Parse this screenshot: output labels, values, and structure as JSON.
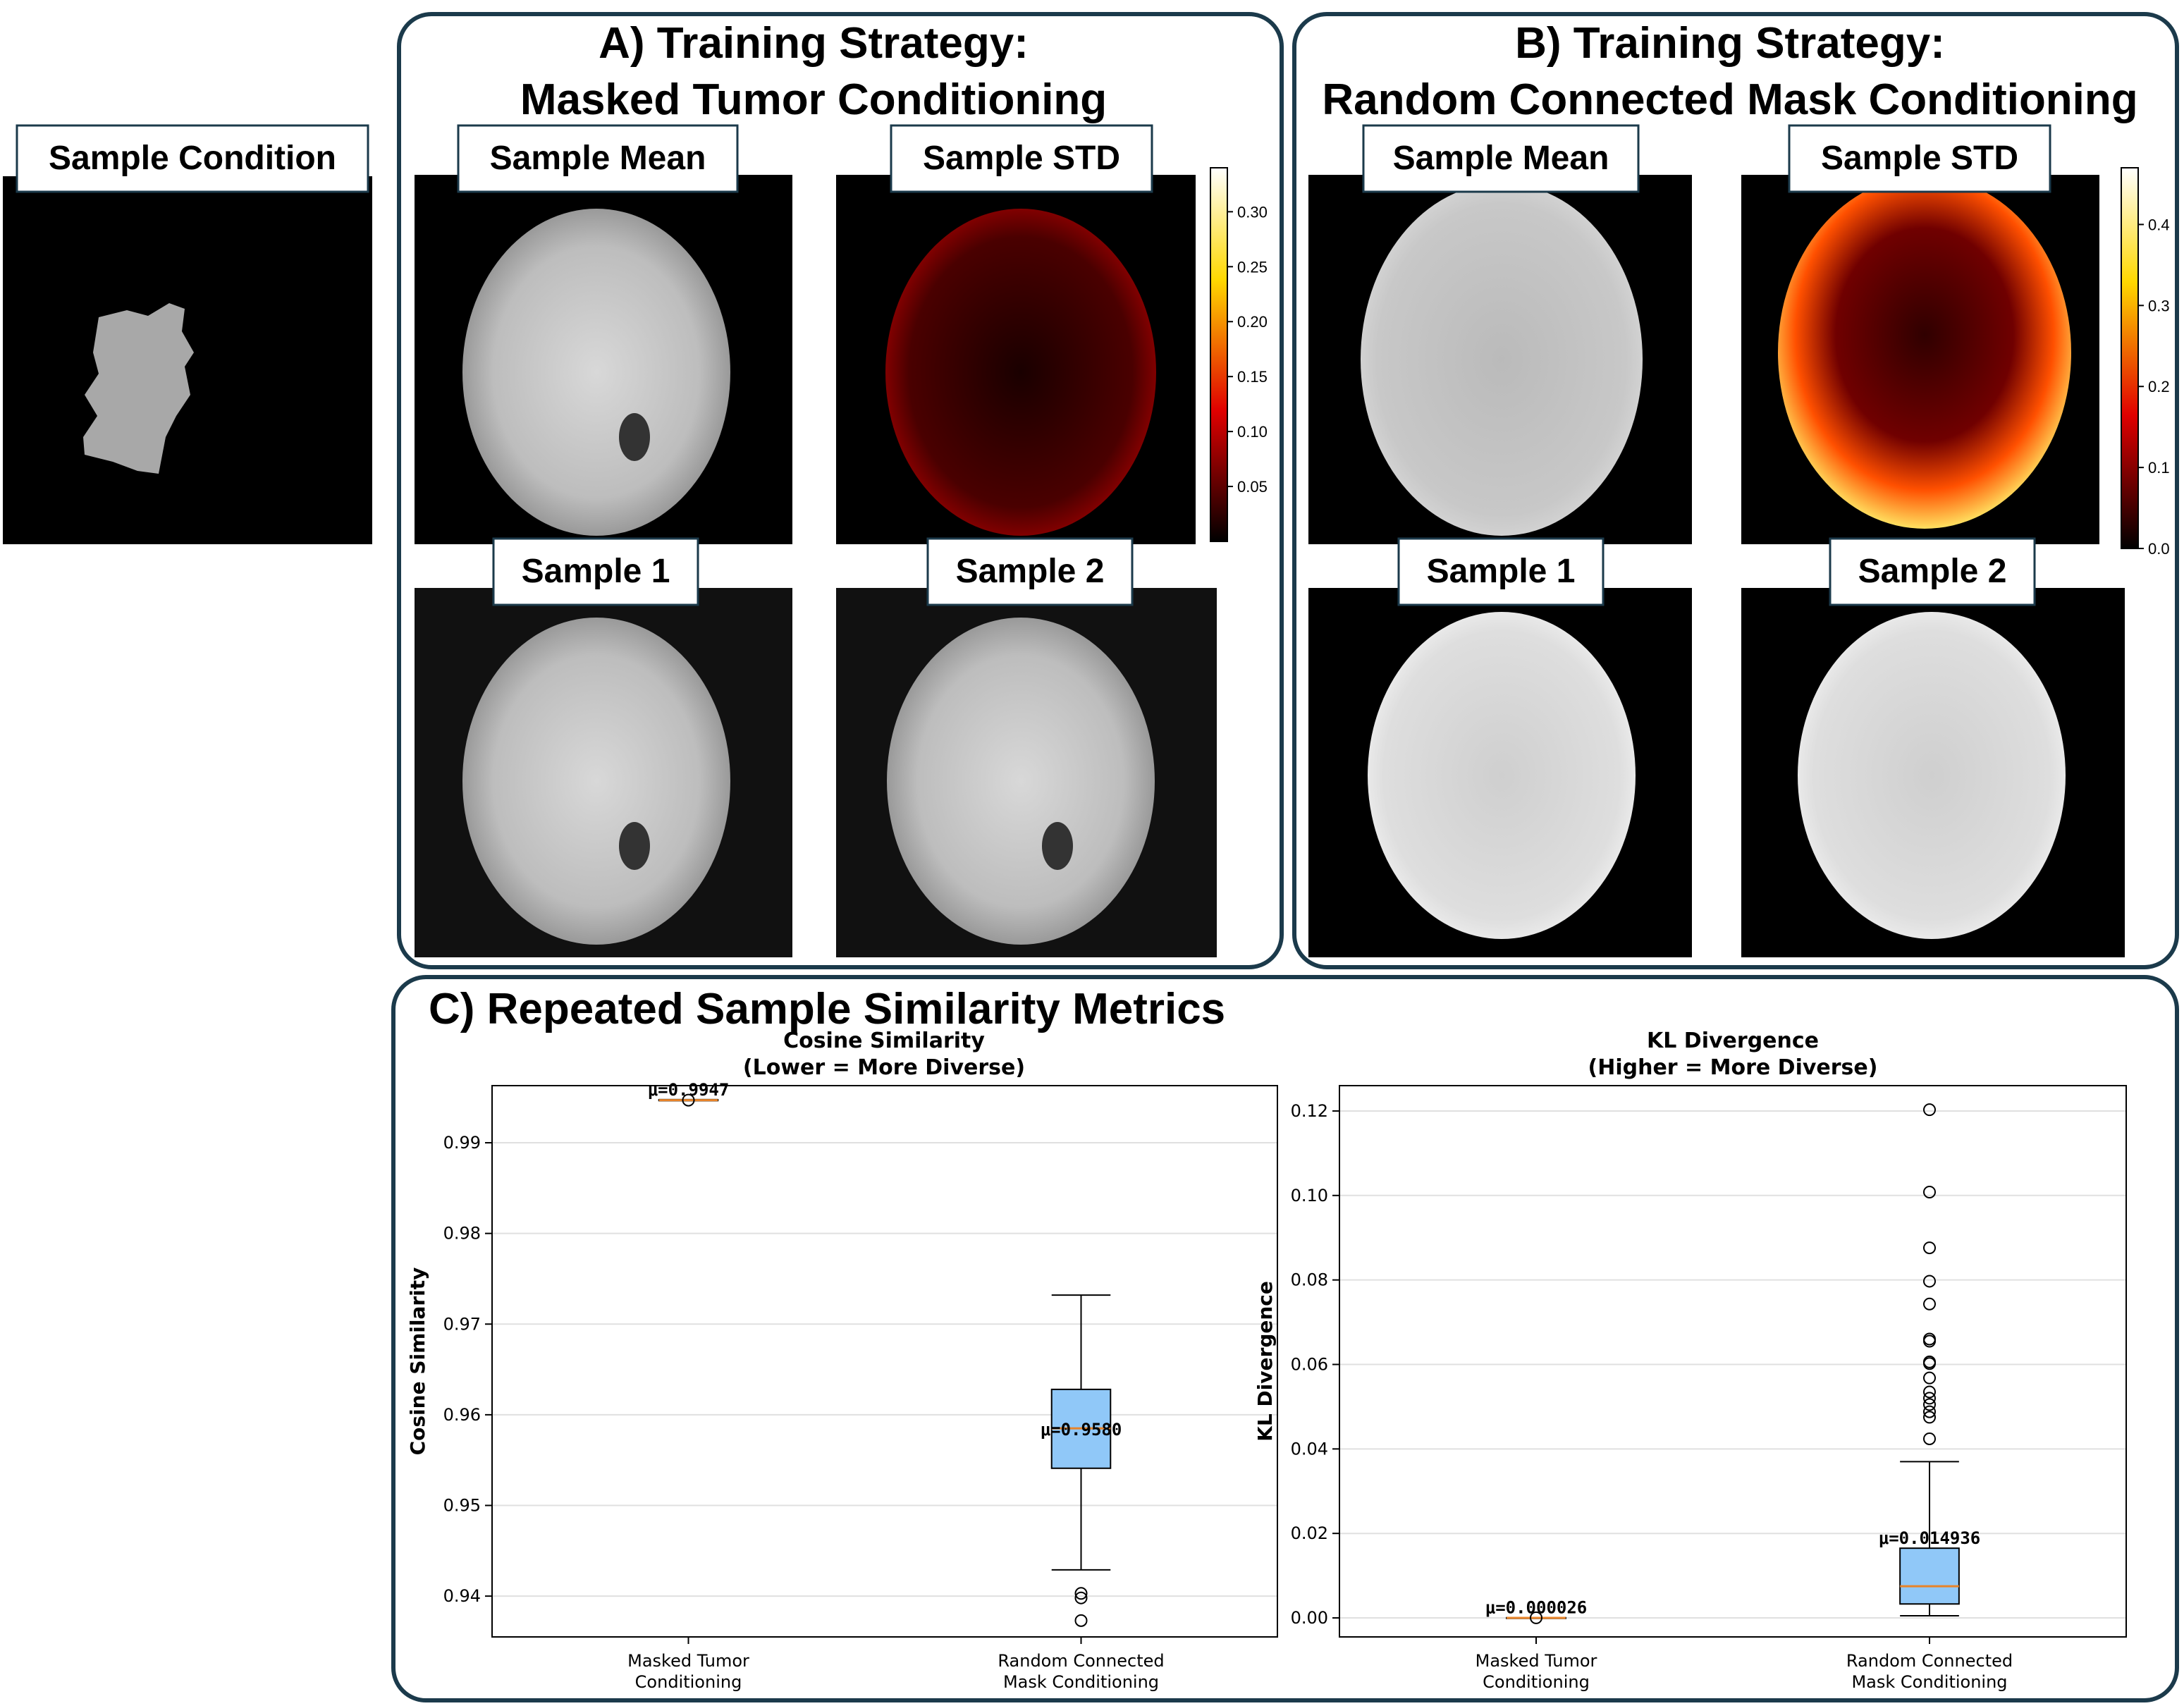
{
  "condition_panel": {
    "label": "Sample Condition"
  },
  "panel_a": {
    "title_line1": "A) Training Strategy:",
    "title_line2": "Masked Tumor Conditioning",
    "labels": {
      "mean": "Sample Mean",
      "std": "Sample STD",
      "s1": "Sample 1",
      "s2": "Sample 2"
    },
    "colorbar": {
      "ticks": [
        "0.05",
        "0.10",
        "0.15",
        "0.20",
        "0.25",
        "0.30"
      ],
      "tick_values": [
        0.05,
        0.1,
        0.15,
        0.2,
        0.25,
        0.3
      ],
      "range": [
        0.0,
        0.34
      ]
    }
  },
  "panel_b": {
    "title_line1": "B) Training Strategy:",
    "title_line2": "Random Connected Mask Conditioning",
    "labels": {
      "mean": "Sample Mean",
      "std": "Sample STD",
      "s1": "Sample 1",
      "s2": "Sample 2"
    },
    "colorbar": {
      "ticks": [
        "0.0",
        "0.1",
        "0.2",
        "0.3",
        "0.4"
      ],
      "tick_values": [
        0.0,
        0.1,
        0.2,
        0.3,
        0.4
      ],
      "range": [
        0.0,
        0.47
      ]
    }
  },
  "panel_c": {
    "title": "C) Repeated Sample Similarity Metrics"
  },
  "colors": {
    "frame": "#1b3a4b",
    "box_fill": "#90c8f8",
    "median": "#e8842a",
    "grid": "#e0e0e0"
  },
  "chart_data": [
    {
      "type": "box",
      "title_line1": "Cosine Similarity",
      "title_line2": "(Lower = More Diverse)",
      "ylabel": "Cosine Similarity",
      "ylim": [
        0.9355,
        0.9963
      ],
      "yticks": [
        0.94,
        0.95,
        0.96,
        0.97,
        0.98,
        0.99
      ],
      "ytick_labels": [
        "0.94",
        "0.95",
        "0.96",
        "0.97",
        "0.98",
        "0.99"
      ],
      "categories": [
        "Masked Tumor\nConditioning",
        "Random Connected\nMask Conditioning"
      ],
      "category_lines": [
        [
          "Masked Tumor",
          "Conditioning"
        ],
        [
          "Random Connected",
          "Mask Conditioning"
        ]
      ],
      "boxes": [
        {
          "q1": 0.99465,
          "median": 0.9947,
          "q3": 0.99475,
          "whisker_low": 0.99465,
          "whisker_high": 0.99475,
          "outliers": [
            0.9947
          ],
          "mean_label": "μ=0.9947"
        },
        {
          "q1": 0.9541,
          "median": 0.9585,
          "q3": 0.9628,
          "whisker_low": 0.9429,
          "whisker_high": 0.9732,
          "outliers": [
            0.9403,
            0.9398,
            0.9373
          ],
          "mean_label": "μ=0.9580"
        }
      ]
    },
    {
      "type": "box",
      "title_line1": "KL Divergence",
      "title_line2": "(Higher = More Diverse)",
      "ylabel": "KL Divergence",
      "ylim": [
        -0.0045,
        0.126
      ],
      "yticks": [
        0.0,
        0.02,
        0.04,
        0.06,
        0.08,
        0.1,
        0.12
      ],
      "ytick_labels": [
        "0.00",
        "0.02",
        "0.04",
        "0.06",
        "0.08",
        "0.10",
        "0.12"
      ],
      "categories": [
        "Masked Tumor\nConditioning",
        "Random Connected\nMask Conditioning"
      ],
      "category_lines": [
        [
          "Masked Tumor",
          "Conditioning"
        ],
        [
          "Random Connected",
          "Mask Conditioning"
        ]
      ],
      "boxes": [
        {
          "q1": 0.0,
          "median": 0.0,
          "q3": 5e-05,
          "whisker_low": 0.0,
          "whisker_high": 5e-05,
          "outliers": [
            2.6e-05
          ],
          "mean_label": "μ=0.000026"
        },
        {
          "q1": 0.0033,
          "median": 0.0075,
          "q3": 0.0165,
          "whisker_low": 0.0005,
          "whisker_high": 0.037,
          "outliers": [
            0.0424,
            0.0475,
            0.0488,
            0.0505,
            0.052,
            0.0535,
            0.0568,
            0.0602,
            0.0606,
            0.0655,
            0.066,
            0.0743,
            0.0797,
            0.0876,
            0.1008,
            0.1203
          ],
          "mean_label": "μ=0.014936"
        }
      ]
    }
  ]
}
